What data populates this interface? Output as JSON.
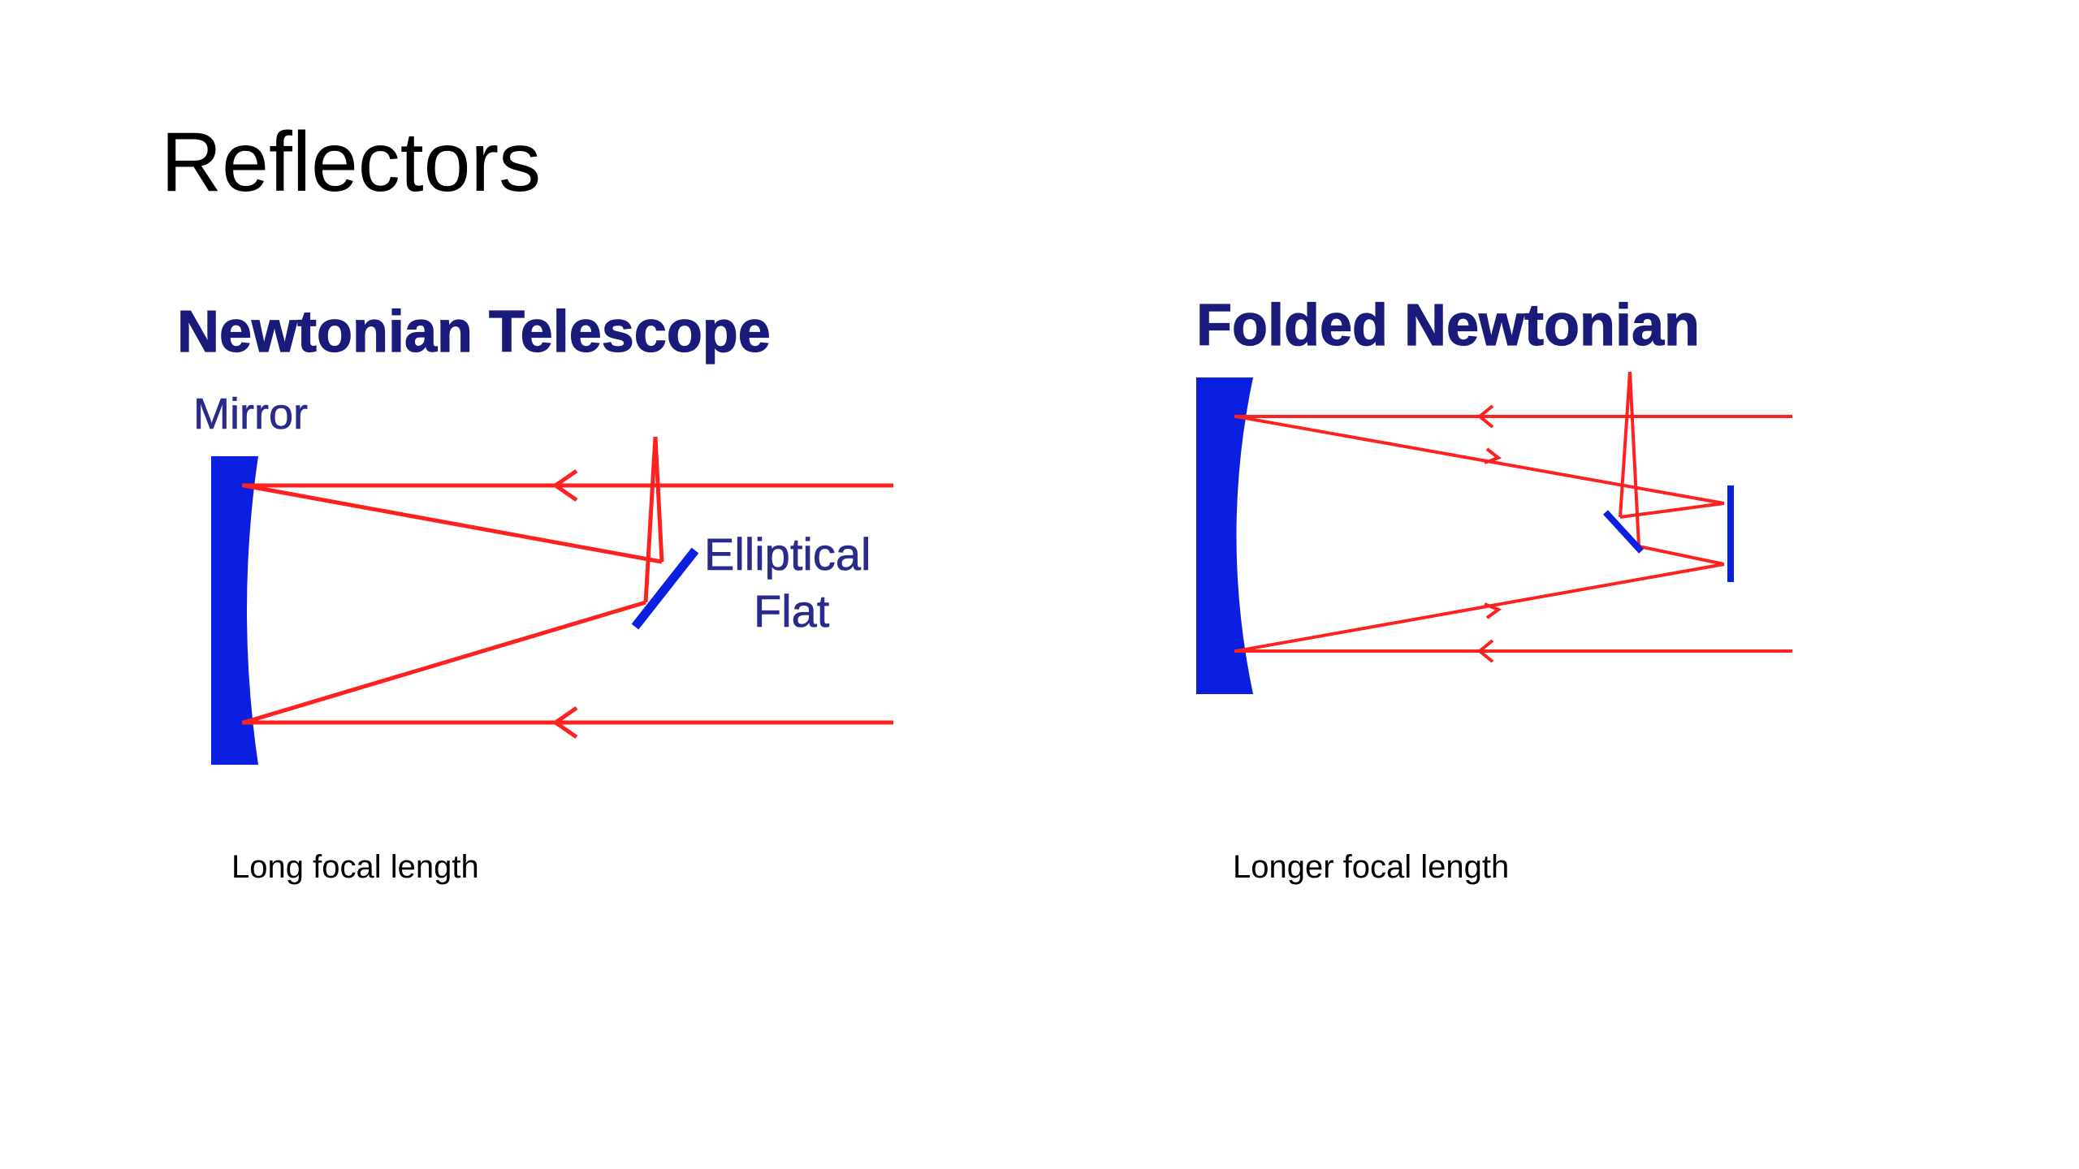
{
  "slide": {
    "title": "Reflectors"
  },
  "diagrams": [
    {
      "heading": "Newtonian Telescope",
      "mirror_label": "Mirror",
      "flat_label_line1": "Elliptical",
      "flat_label_line2": "Flat",
      "caption": "Long focal length"
    },
    {
      "heading": "Folded Newtonian",
      "caption": "Longer focal length"
    }
  ],
  "colors": {
    "ray": "#ff2020",
    "optic": "#0b1fe0",
    "heading": "#1a1a7a",
    "label": "#2a2a8c"
  }
}
